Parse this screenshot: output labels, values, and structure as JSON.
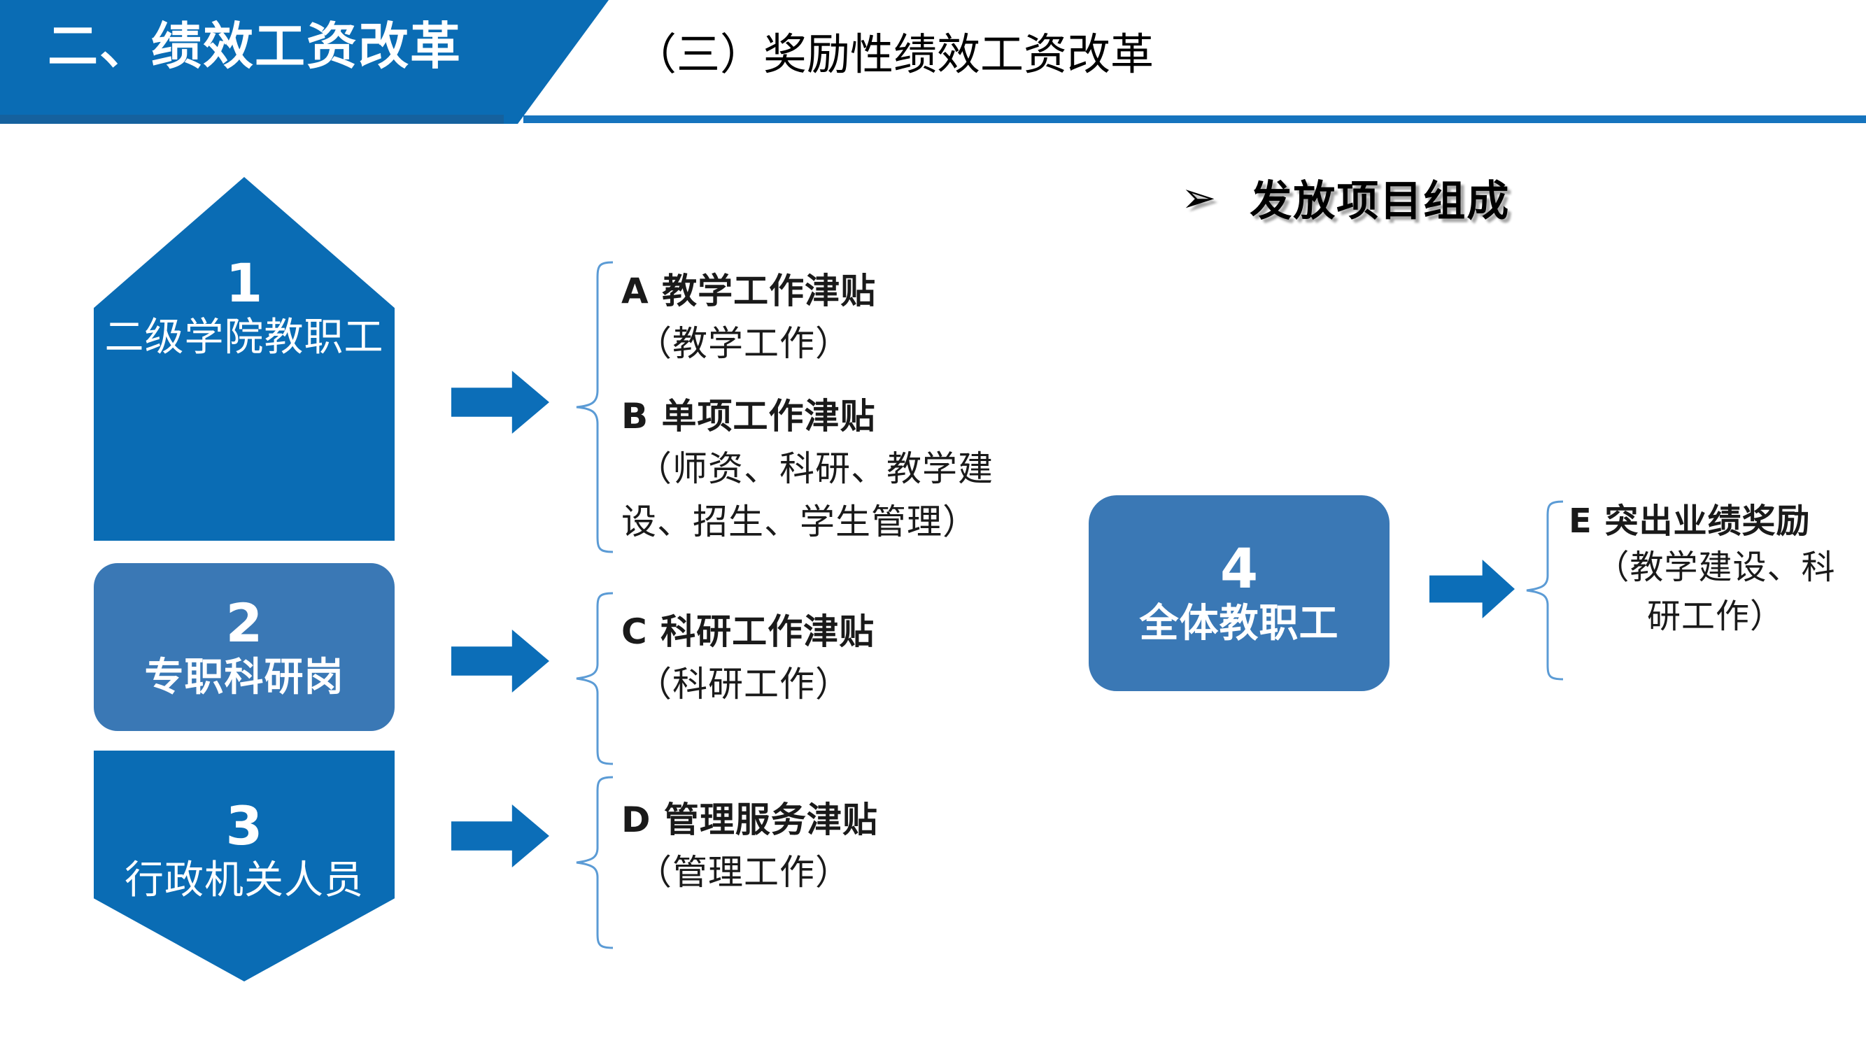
{
  "header": {
    "banner_title": "二、绩效工资改革",
    "subtitle": "（三）奖励性绩效工资改革",
    "accent_color": "#0A6CB4"
  },
  "section": {
    "bullet_icon": "➢",
    "heading": "发放项目组成"
  },
  "groups": [
    {
      "id": "1",
      "number": "1",
      "caption": "二级学院教职工",
      "shape": "pentagon-up",
      "color": "#0A6CB4"
    },
    {
      "id": "2",
      "number": "2",
      "caption": "专职科研岗",
      "shape": "rounded-rect",
      "color": "#3A78B5"
    },
    {
      "id": "3",
      "number": "3",
      "caption": "行政机关人员",
      "shape": "pentagon-down",
      "color": "#0A6CB4"
    },
    {
      "id": "4",
      "number": "4",
      "caption": "全体教职工",
      "shape": "rounded-rect",
      "color": "#3A78B5"
    }
  ],
  "items": {
    "a": {
      "title": "A  教学工作津贴",
      "sub": "（教学工作）"
    },
    "b": {
      "title": "B  单项工作津贴",
      "sub_line1": "（师资、科研、教学建",
      "sub_line2": "设、招生、学生管理）"
    },
    "c": {
      "title": "C  科研工作津贴",
      "sub": "（科研工作）"
    },
    "d": {
      "title": "D 管理服务津贴",
      "sub": "（管理工作）"
    },
    "e": {
      "title": "E 突出业绩奖励",
      "sub_line1": "（教学建设、科",
      "sub_line2": "研工作）"
    }
  },
  "colors": {
    "primary_blue": "#0A6CB4",
    "secondary_blue": "#3A78B5",
    "arrow_blue": "#0C6EB8",
    "brace_blue": "#5B9BD5",
    "rule_blue": "#1674BE"
  }
}
